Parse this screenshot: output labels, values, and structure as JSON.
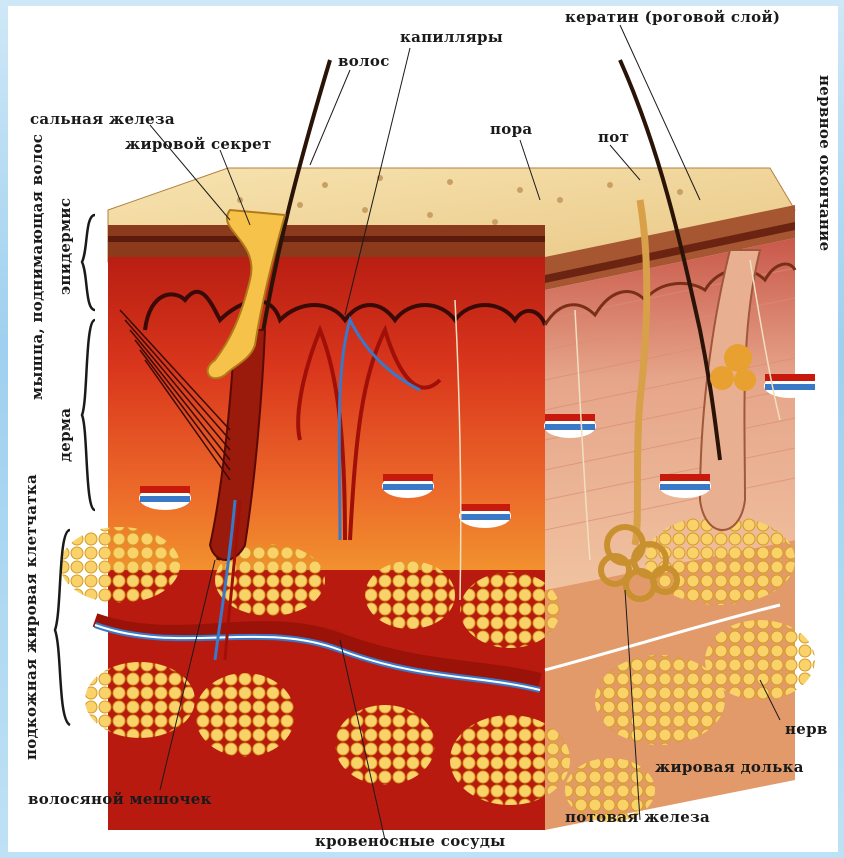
{
  "labels": {
    "keratin": "кератин (роговой слой)",
    "capillaries": "капилляры",
    "hair": "волос",
    "sebaceous_gland": "сальная железа",
    "fat_secretion": "жировой секрет",
    "pore": "пора",
    "sweat": "пот",
    "nerve_ending": "нервное окончание",
    "hair_lifting_muscle": "мышца, поднимающая волос",
    "epidermis": "эпидермис",
    "dermis": "дерма",
    "subcutaneous_fat": "подкожная жировая клетчатка",
    "hair_follicle": "волосяной мешочек",
    "blood_vessels": "кровеносные сосуды",
    "sweat_gland": "потовая железа",
    "fat_lobule": "жировая долька",
    "nerve": "нерв"
  },
  "colors": {
    "frame": "#9fd0ef",
    "keratin_top": "#f3dca0",
    "epidermis": "#8b2a16",
    "dermis": "#d9361c",
    "dermis_light": "#e8b090",
    "fat": "#f6c24a",
    "artery": "#c01010",
    "vein": "#3a78c8"
  }
}
